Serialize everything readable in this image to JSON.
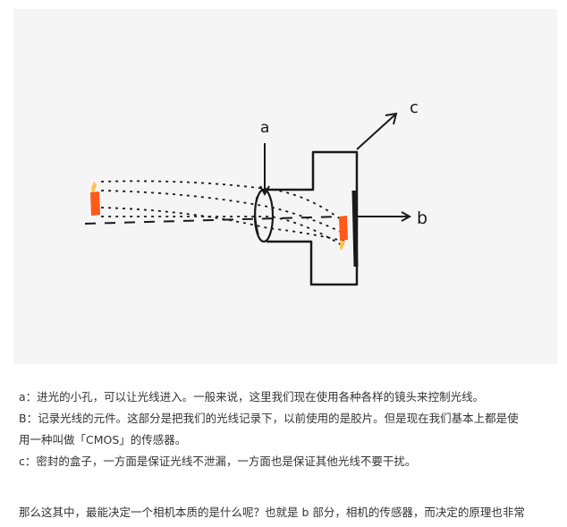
{
  "figure": {
    "label_a": "a",
    "label_b": "b",
    "label_c": "c"
  },
  "paragraphs": {
    "a_line": "a：进光的小孔，可以让光线进入。一般来说，这里我们现在使用各种各样的镜头来控制光线。",
    "b_line1": "B：记录光线的元件。这部分是把我们的光线记录下，以前使用的是胶片。但是现在我们基本上都是使",
    "b_line2": "用一种叫做「CMOS」的传感器。",
    "c_line": "c：密封的盒子，一方面是保证光线不泄漏，一方面也是保证其他光线不要干扰。",
    "final_line": "那么这其中，最能决定一个相机本质的是什么呢？也就是 b 部分，相机的传感器，而决定的原理也非常"
  },
  "colors": {
    "figure_bg": "#f5f5f5",
    "ink": "#1a1a1a",
    "flame_orange": "#ff5a1a",
    "flame_yellow": "#ffc24a",
    "text": "#333333"
  }
}
